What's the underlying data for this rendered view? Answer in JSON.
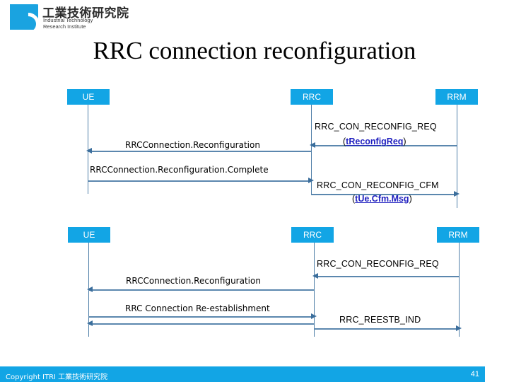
{
  "logo": {
    "name_cn": "工業技術研究院",
    "name_en_line1": "Industrial Technology",
    "name_en_line2": "Research Institute",
    "brand_color": "#12a5e5"
  },
  "title": "RRC connection reconfiguration",
  "diagram1": {
    "actors": [
      {
        "label": "UE"
      },
      {
        "label": "RRC"
      },
      {
        "label": "RRM"
      }
    ],
    "messages": [
      {
        "label": "RRC_CON_RECONFIG_REQ",
        "sub_prefix": "(",
        "sub_link": "tReconfigReq",
        "sub_suffix": ")",
        "direction": "left"
      },
      {
        "label": "RRCConnection.Reconfiguration",
        "direction": "left"
      },
      {
        "label": "RRCConnection.Reconfiguration.Complete",
        "direction": "right"
      },
      {
        "label": "RRC_CON_RECONFIG_CFM",
        "sub_prefix": "(",
        "sub_link": "tUe.Cfm.Msg",
        "sub_suffix": ")",
        "direction": "right"
      }
    ]
  },
  "diagram2": {
    "actors": [
      {
        "label": "UE"
      },
      {
        "label": "RRC"
      },
      {
        "label": "RRM"
      }
    ],
    "messages": [
      {
        "label": "RRC_CON_RECONFIG_REQ",
        "direction": "left"
      },
      {
        "label": "RRCConnection.Reconfiguration",
        "direction": "left"
      },
      {
        "label": "RRC Connection Re-establishment",
        "direction": "right"
      },
      {
        "label": "RRC_REESTB_IND",
        "direction": "right"
      }
    ]
  },
  "footer": {
    "copyright": "Copyright  ITRI  工業技術研究院",
    "page_number": "41"
  }
}
